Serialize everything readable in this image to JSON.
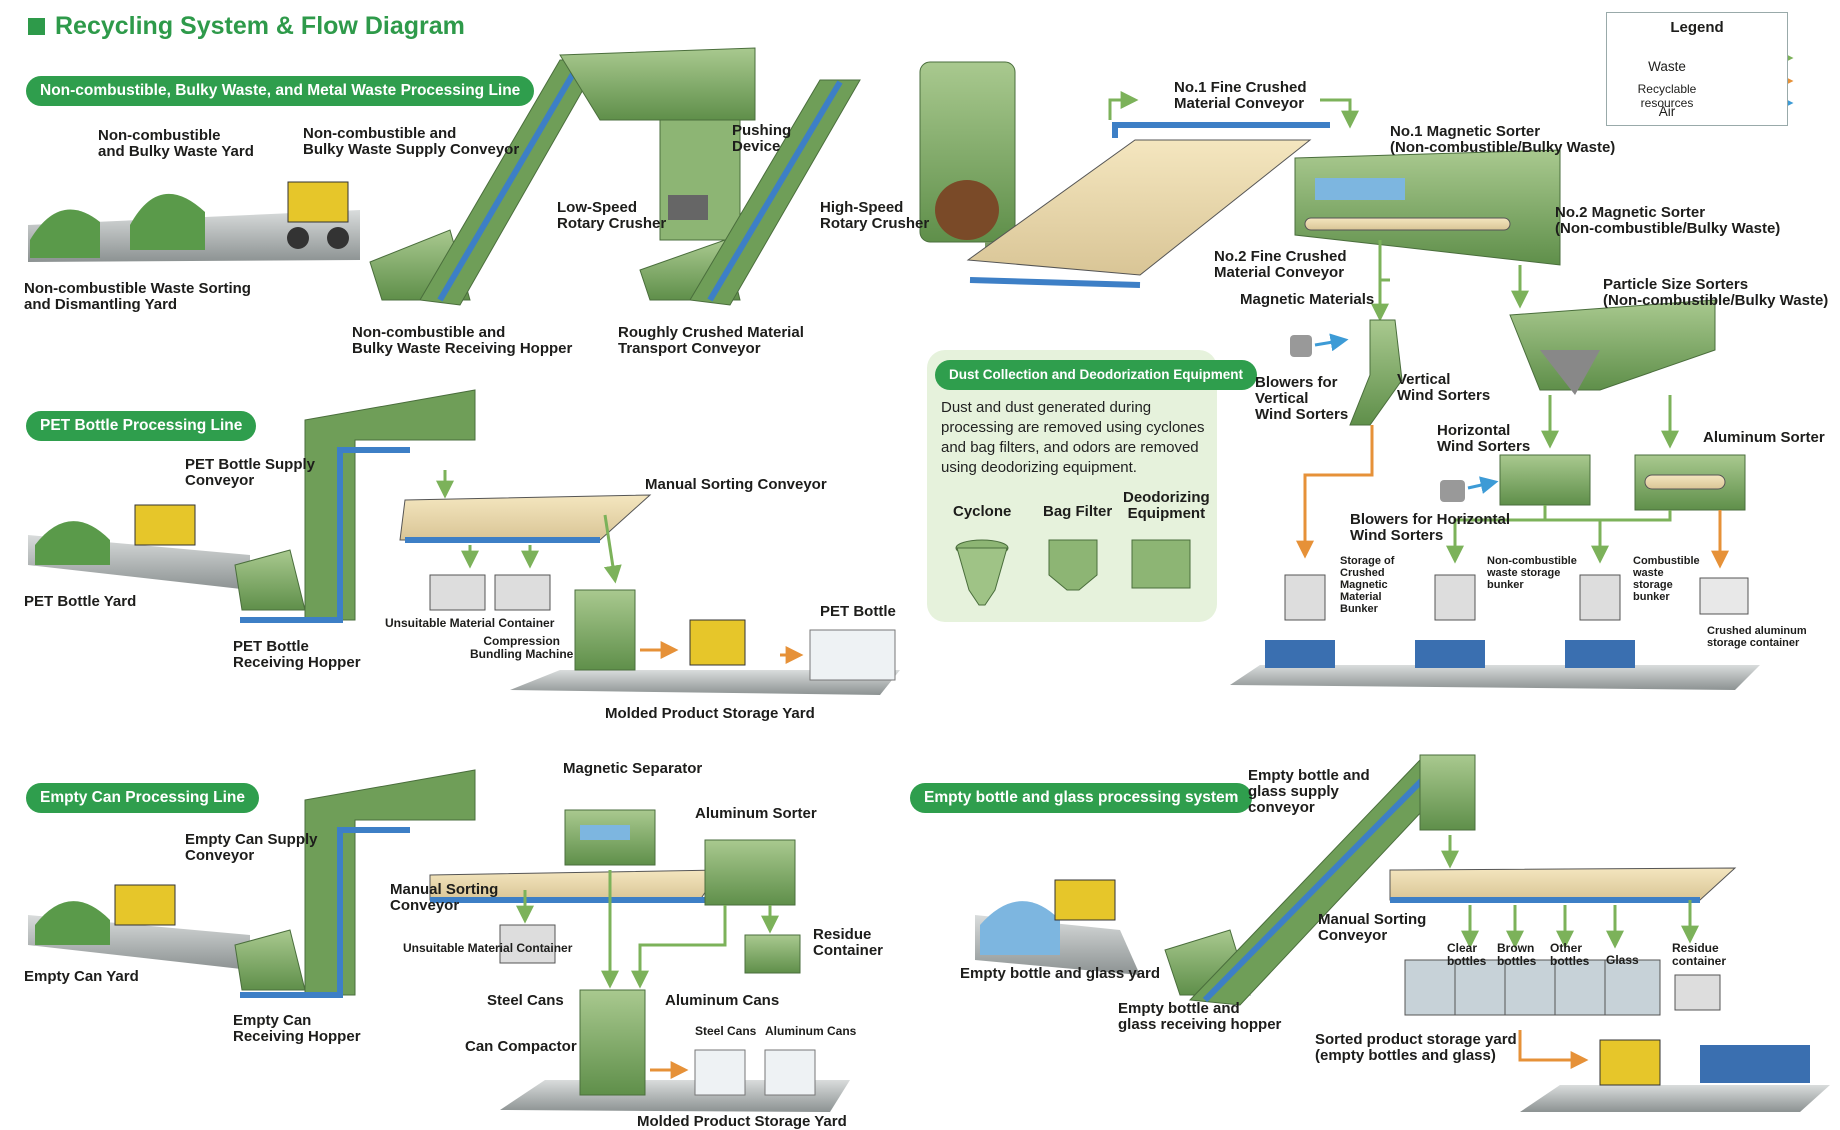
{
  "title": "Recycling System & Flow Diagram",
  "legend": {
    "title": "Legend",
    "items": [
      {
        "label": "Waste",
        "color": "#6aa84f"
      },
      {
        "label": "Recyclable resources",
        "color": "#e69138"
      },
      {
        "label": "Air",
        "color": "#3d9bd6"
      }
    ]
  },
  "sections": {
    "bulky": "Non-combustible, Bulky Waste, and Metal Waste Processing Line",
    "pet": "PET Bottle Processing Line",
    "can": "Empty Can Processing Line",
    "glass": "Empty bottle and glass processing system",
    "dust": "Dust Collection and Deodorization Equipment"
  },
  "labels": {
    "yard": "Non-combustible\nand Bulky Waste Yard",
    "supply_conveyor": "Non-combustible and\nBulky Waste Supply Conveyor",
    "sorting_yard": "Non-combustible Waste Sorting\nand Dismantling Yard",
    "receiving_hopper": "Non-combustible and\nBulky Waste Receiving Hopper",
    "low_speed": "Low-Speed\nRotary Crusher",
    "pushing": "Pushing\nDevice",
    "high_speed": "High-Speed\nRotary Crusher",
    "rough_conveyor": "Roughly Crushed Material\nTransport Conveyor",
    "fine1": "No.1 Fine Crushed\nMaterial Conveyor",
    "mag1": "No.1 Magnetic Sorter\n(Non-combustible/Bulky Waste)",
    "mag2": "No.2 Magnetic Sorter\n(Non-combustible/Bulky Waste)",
    "fine2": "No.2 Fine Crushed\nMaterial Conveyor",
    "mag_materials": "Magnetic Materials",
    "particle": "Particle Size Sorters\n(Non-combustible/Bulky Waste)",
    "blowers_vertical": "Blowers for\nVertical\nWind Sorters",
    "vertical": "Vertical\nWind Sorters",
    "horizontal": "Horizontal\nWind Sorters",
    "aluminum_sorter_top": "Aluminum Sorter",
    "blowers_horizontal": "Blowers for Horizontal\nWind Sorters",
    "storage_mag": "Storage of\nCrushed\nMagnetic\nMaterial\nBunker",
    "noncomb_bunker": "Non-combustible\nwaste storage\nbunker",
    "comb_bunker": "Combustible\nwaste\nstorage\nbunker",
    "crushed_al": "Crushed aluminum\nstorage container",
    "pet_yard": "PET Bottle Yard",
    "pet_supply": "PET Bottle Supply\nConveyor",
    "pet_hopper": "PET Bottle\nReceiving Hopper",
    "manual_sort_pet": "Manual Sorting Conveyor",
    "unsuitable_pet": "Unsuitable Material Container",
    "compression": "Compression\nBundling Machine",
    "pet_bottle": "PET Bottle",
    "molded_yard_pet": "Molded Product Storage Yard",
    "magnetic_separator": "Magnetic Separator",
    "al_sorter_can": "Aluminum Sorter",
    "can_supply": "Empty Can Supply\nConveyor",
    "manual_sort_can": "Manual Sorting\nConveyor",
    "can_yard": "Empty Can Yard",
    "unsuitable_can": "Unsuitable Material Container",
    "residue_container": "Residue\nContainer",
    "can_hopper": "Empty Can\nReceiving Hopper",
    "steel_cans": "Steel Cans",
    "aluminum_cans": "Aluminum Cans",
    "can_compactor": "Can Compactor",
    "steel_cans_small": "Steel Cans",
    "aluminum_cans_small": "Aluminum Cans",
    "molded_yard_can": "Molded Product Storage Yard",
    "glass_supply": "Empty bottle and\nglass supply\nconveyor",
    "glass_yard": "Empty bottle and glass yard",
    "glass_hopper": "Empty bottle and\nglass receiving hopper",
    "manual_sort_glass": "Manual Sorting\nConveyor",
    "clear": "Clear\nbottles",
    "brown": "Brown\nbottles",
    "other": "Other\nbottles",
    "glass": "Glass",
    "residue_glass": "Residue\ncontainer",
    "sorted_yard": "Sorted product storage yard\n(empty bottles and glass)"
  },
  "dust": {
    "text": "Dust and dust generated during processing are removed using cyclones and bag filters, and odors are removed using deodorizing equipment.",
    "cyclone": "Cyclone",
    "bag_filter": "Bag Filter",
    "deodorizing": "Deodorizing\nEquipment"
  }
}
